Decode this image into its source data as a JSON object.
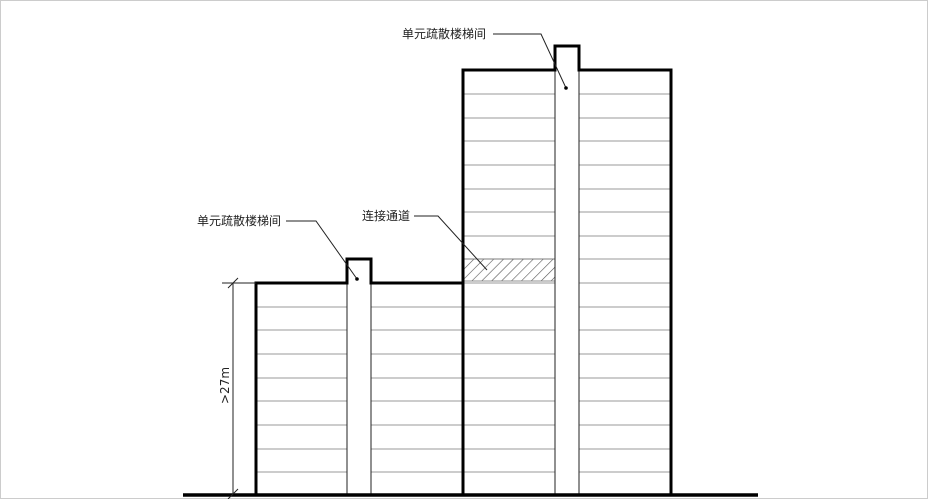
{
  "labels": {
    "stair_high": "单元疏散楼梯间",
    "stair_low": "单元疏散楼梯间",
    "connection": "连接通道",
    "height": ">27m"
  },
  "colors": {
    "line": "#000000",
    "floor_line": "#9a9a9a",
    "hatch": "#555555",
    "frame": "#cccccc"
  }
}
